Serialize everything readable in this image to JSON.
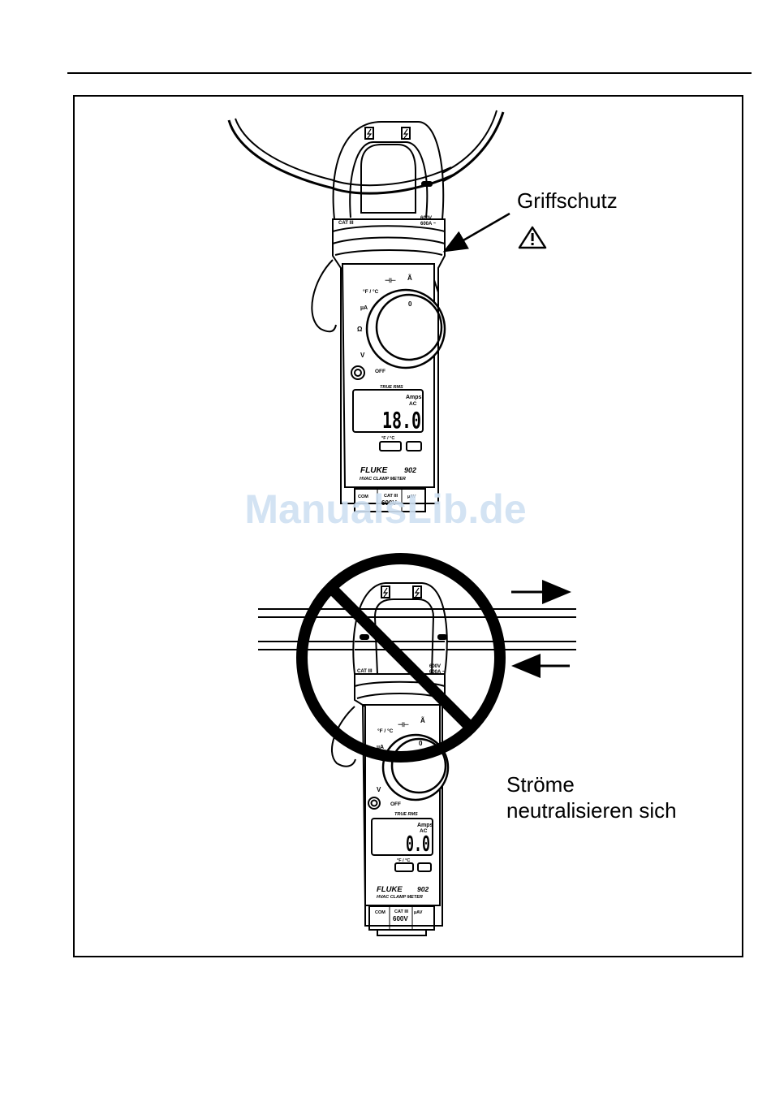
{
  "labels": {
    "guard": "Griffschutz",
    "cancel_line1": "Ströme",
    "cancel_line2": "neutralisieren sich",
    "watermark": "ManualsLib.de"
  },
  "meter_top": {
    "cat": "CAT III",
    "rating_v": "600V",
    "rating_a": "600A ~",
    "dial_temp": "°F / °C",
    "dial_cap": "⊣⊢",
    "dial_amps": "Ã",
    "dial_ua": "µA",
    "dial_ohm": "Ω",
    "dial_v": "V",
    "dial_off": "OFF",
    "dial_zero": "0",
    "true_rms": "TRUE RMS",
    "display_unit1": "Amps",
    "display_unit2": "AC",
    "display_value": "18.0",
    "button_temp": "°F / °C",
    "brand": "FLUKE",
    "model": "902",
    "subtitle": "HVAC CLAMP METER",
    "term_com": "COM",
    "term_cat": "CAT III",
    "term_uav": "µAV",
    "term_600": "600V"
  },
  "meter_bottom": {
    "cat": "CAT III",
    "rating_v": "600V",
    "rating_a": "600A ~",
    "dial_temp": "°F / °C",
    "dial_amps": "Ã",
    "dial_ua": "µA",
    "dial_v": "V",
    "dial_off": "OFF",
    "dial_zero": "0",
    "true_rms": "TRUE RMS",
    "display_unit1": "Amps",
    "display_unit2": "AC",
    "display_value": "0.0",
    "button_temp": "°F / °C",
    "brand": "FLUKE",
    "model": "902",
    "subtitle": "HVAC CLAMP METER",
    "term_com": "COM",
    "term_cat": "CAT III",
    "term_uav": "µAV",
    "term_600": "600V"
  }
}
